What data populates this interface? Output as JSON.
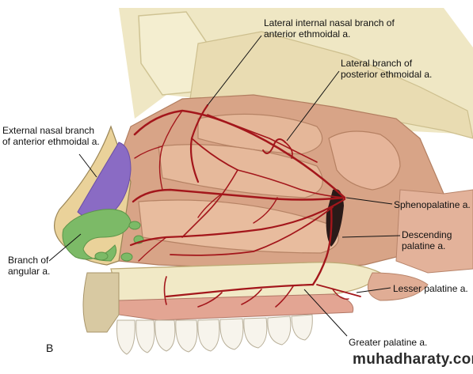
{
  "figure": {
    "panel_letter": "B",
    "watermark": "muhadharaty.com",
    "colors": {
      "background": "#ffffff",
      "cavity": "#d9a688",
      "turbinate": "#e4b89a",
      "bone": "#f2ecc8",
      "artery": "#a3161b",
      "kiesselbach_area": "#8a6bc4",
      "angular_area": "#79b865",
      "label_text": "#111111",
      "leader_line": "#111111"
    }
  },
  "labels": {
    "lateral_internal_nasal": [
      "Lateral internal nasal branch of",
      "anterior ethmoidal a."
    ],
    "lateral_posterior_ethmoidal": [
      "Lateral branch of",
      "posterior ethmoidal a."
    ],
    "external_nasal": [
      "External nasal branch",
      "of anterior ethmoidal a."
    ],
    "sphenopalatine": [
      "Sphenopalatine a."
    ],
    "descending_palatine": [
      "Descending",
      "palatine a."
    ],
    "angular": [
      "Branch of",
      "angular a."
    ],
    "lesser_palatine": [
      "Lesser palatine a."
    ],
    "greater_palatine": [
      "Greater palatine a."
    ]
  }
}
